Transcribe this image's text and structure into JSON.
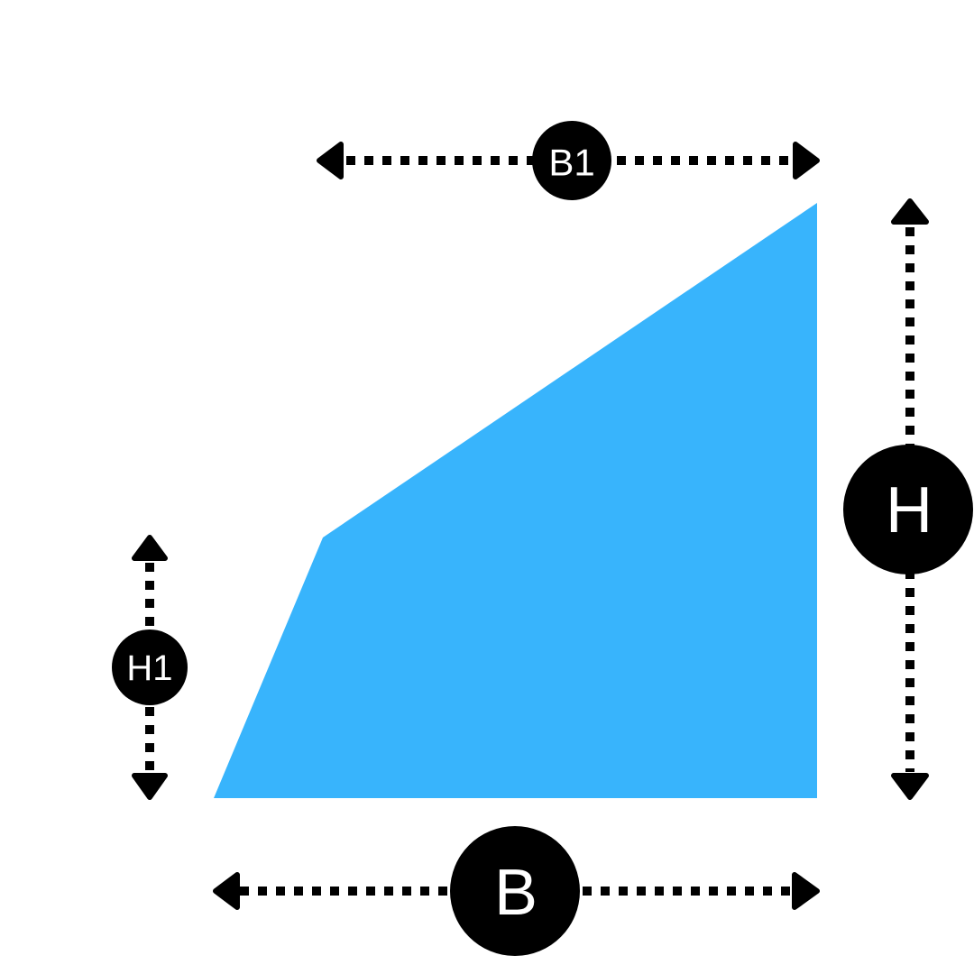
{
  "colors": {
    "shape_fill": "#38B4FC",
    "dimension": "#000000",
    "badge_text": "#FFFFFF"
  },
  "dimensions": {
    "b1": {
      "label": "B1"
    },
    "h": {
      "label": "H"
    },
    "h1": {
      "label": "H1"
    },
    "b": {
      "label": "B"
    }
  }
}
